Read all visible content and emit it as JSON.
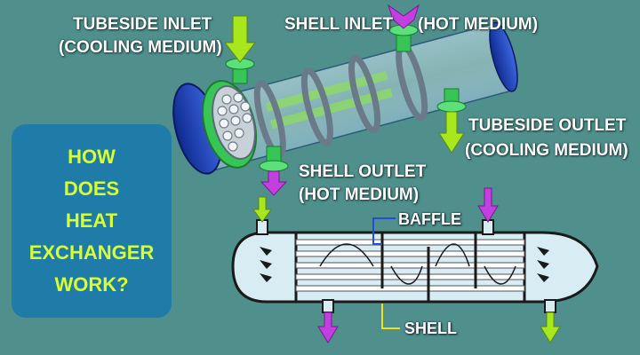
{
  "labels": {
    "tubeside_inlet_1": "TUBESIDE INLET",
    "tubeside_inlet_2": "(COOLING MEDIUM)",
    "shell_inlet": "SHELL INLET",
    "shell_inlet_medium": "(HOT MEDIUM)",
    "tubeside_outlet_1": "TUBESIDE OUTLET",
    "tubeside_outlet_2": "(COOLING MEDIUM)",
    "shell_outlet_1": "SHELL OUTLET",
    "shell_outlet_2": "(HOT MEDIUM)",
    "baffle": "BAFFLE",
    "shell": "SHELL"
  },
  "question": [
    "HOW",
    "DOES",
    "HEAT",
    "EXCHANGER",
    "WORK?"
  ],
  "colors": {
    "background": "#4f8f8c",
    "question_box": "#1f7ba8",
    "question_text": "#d9ff2e",
    "green_flow": "#a8e61e",
    "purple_flow": "#c23fe0",
    "shell_light": "#d8ecf4",
    "shell_outline": "#1a1a1a",
    "end_cap": "#1f3fb0",
    "flange_green": "#3ccf5a",
    "label_pointer": "#1e4fd8",
    "shell_pointer": "#f0e020"
  }
}
